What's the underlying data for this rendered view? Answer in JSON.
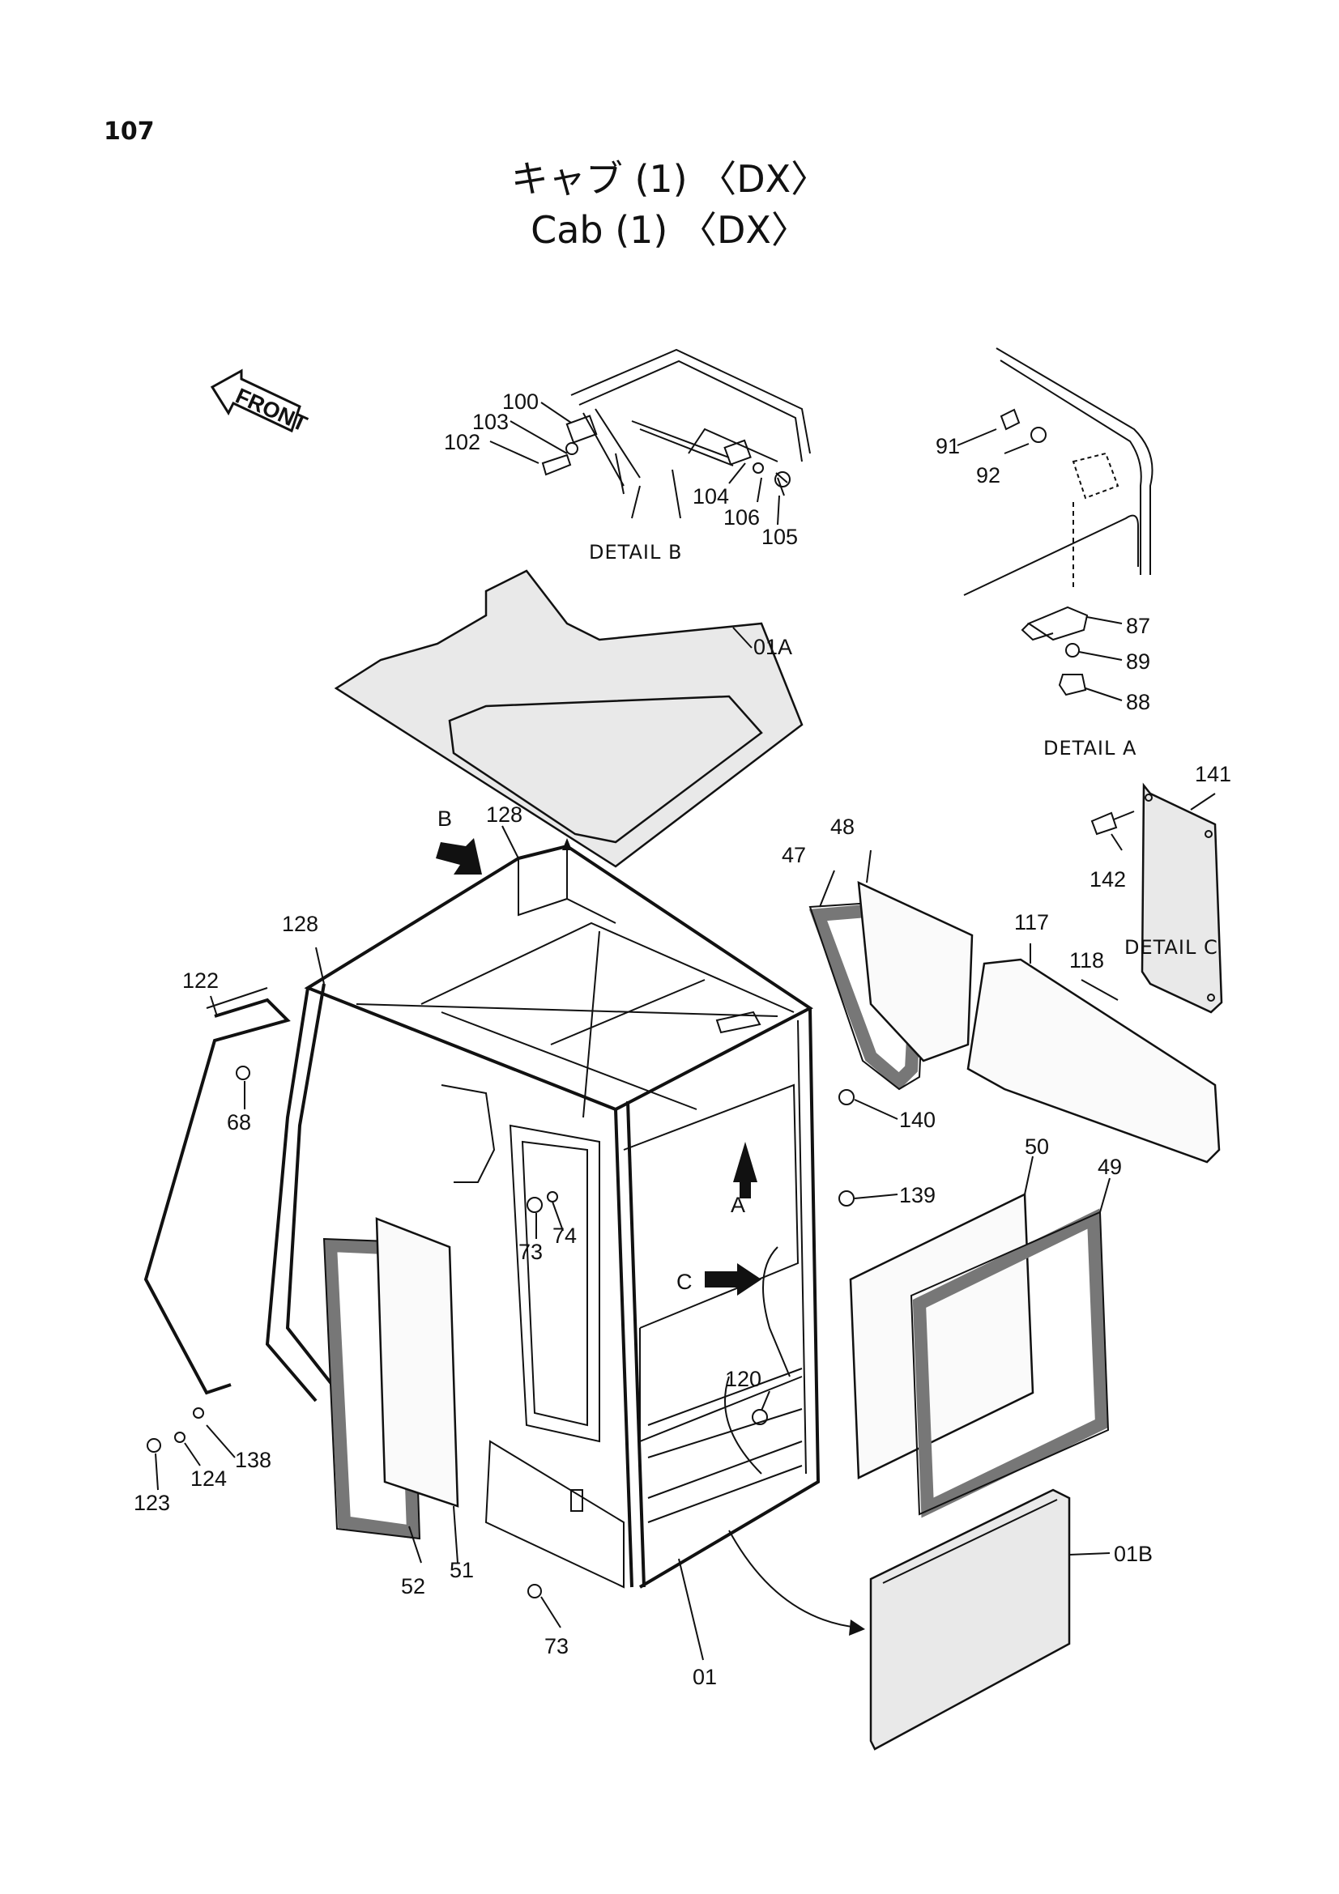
{
  "page_number": "107",
  "title_jp": "キャブ (1) 〈DX〉",
  "title_en": "Cab (1) 〈DX〉",
  "front_label": "FRONT",
  "details": {
    "a": "DETAIL A",
    "b": "DETAIL B",
    "c": "DETAIL C"
  },
  "view_markers": {
    "a": "A",
    "b": "B",
    "c": "C"
  },
  "callouts": {
    "p100": "100",
    "p103": "103",
    "p102": "102",
    "p104": "104",
    "p106": "106",
    "p105": "105",
    "p91": "91",
    "p92": "92",
    "p87": "87",
    "p89": "89",
    "p88": "88",
    "p01A": "01A",
    "p128a": "128",
    "p128b": "128",
    "p122": "122",
    "p68": "68",
    "p48": "48",
    "p47": "47",
    "p117": "117",
    "p118": "118",
    "p141": "141",
    "p142": "142",
    "p140": "140",
    "p139": "139",
    "p50": "50",
    "p49": "49",
    "p73a": "73",
    "p74": "74",
    "p73b": "73",
    "p120": "120",
    "p123": "123",
    "p124": "124",
    "p138": "138",
    "p52": "52",
    "p51": "51",
    "p01": "01",
    "p01B": "01B"
  }
}
